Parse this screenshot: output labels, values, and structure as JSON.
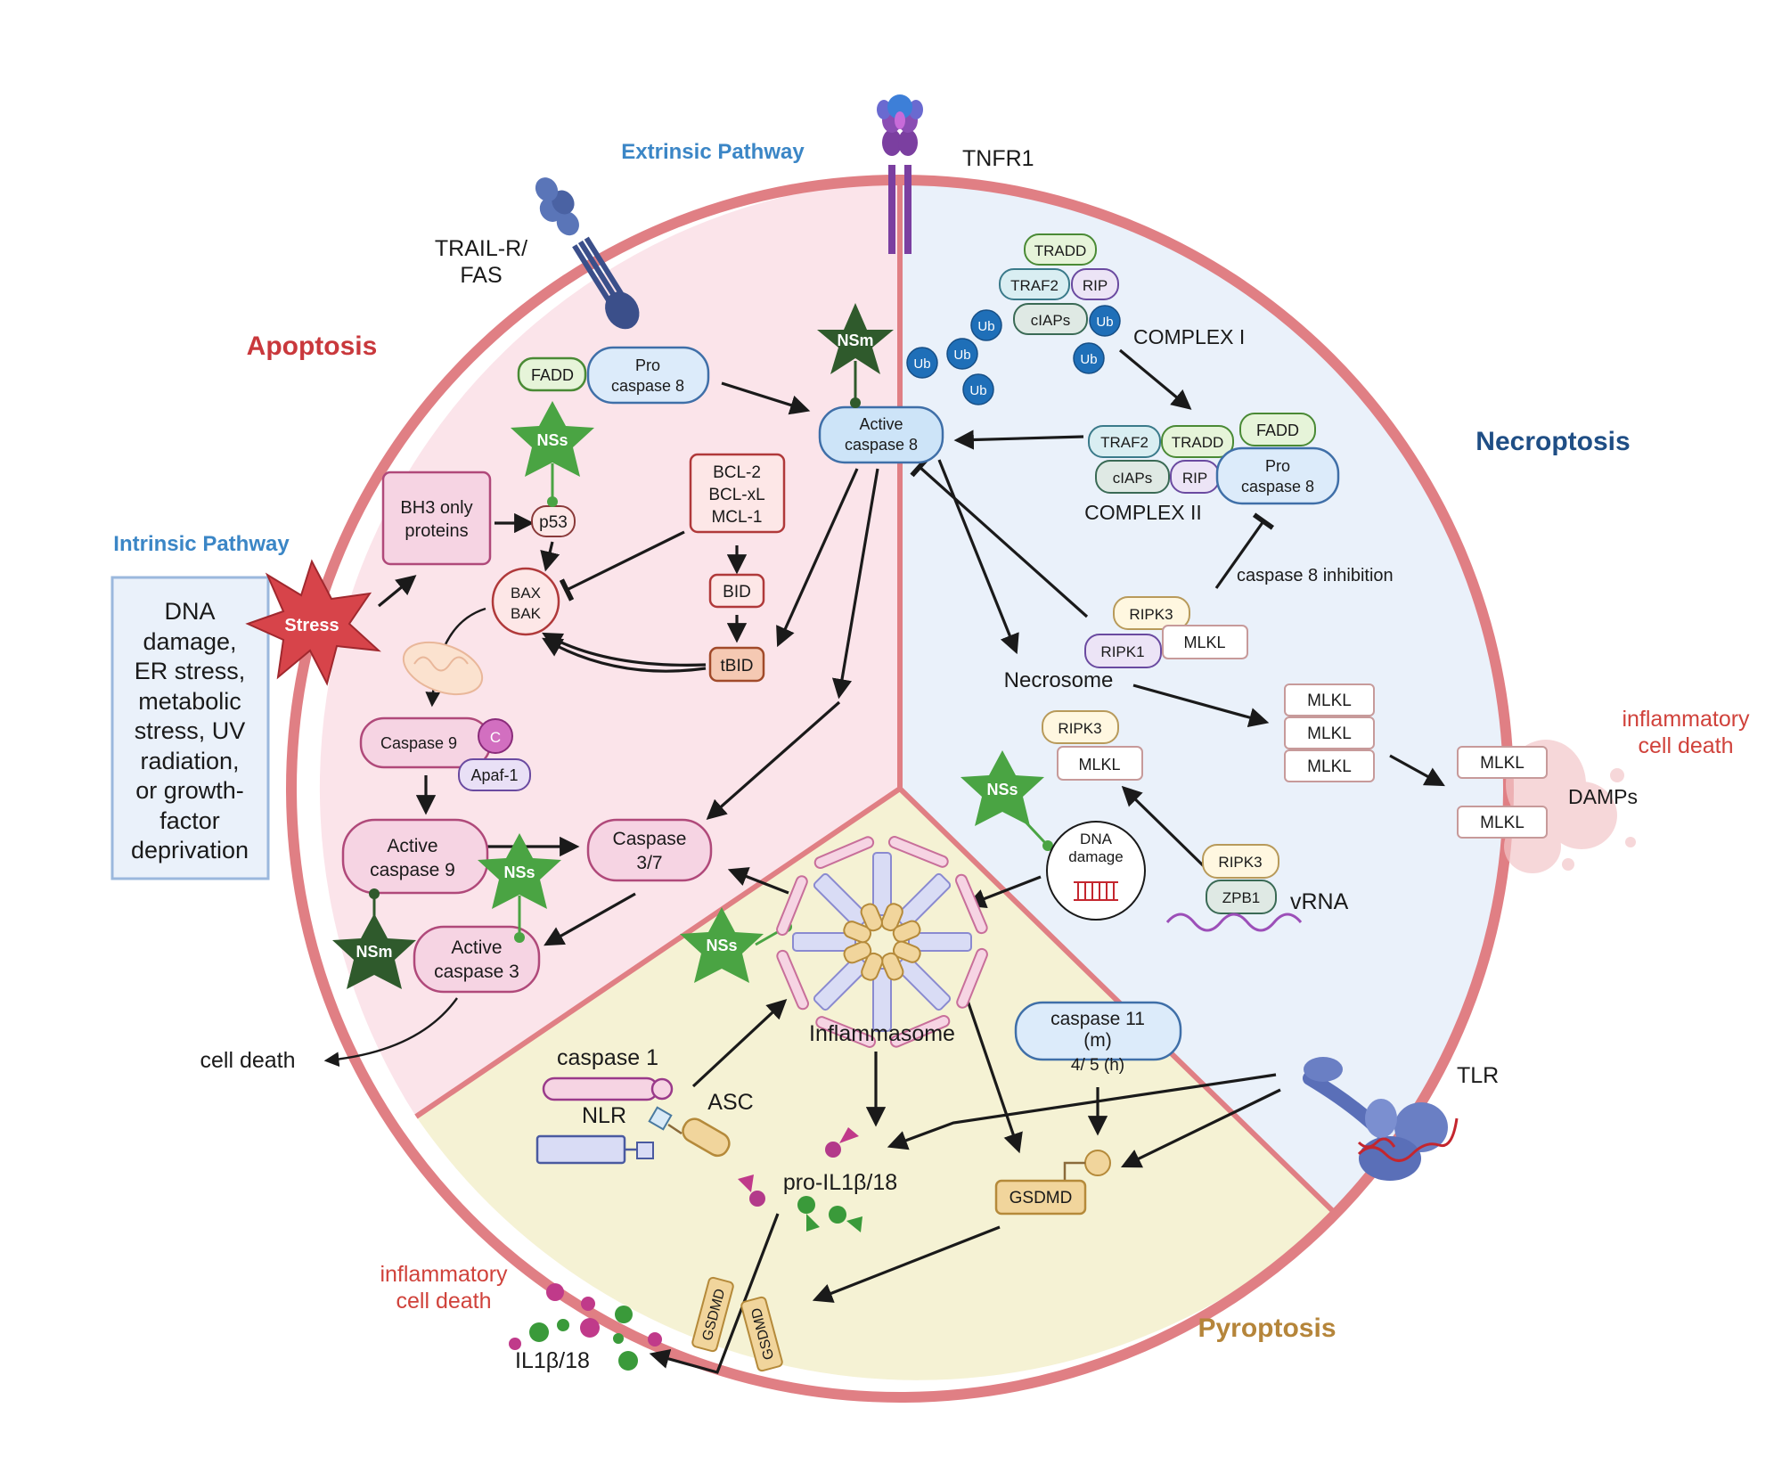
{
  "labels": {
    "apoptosis": "Apoptosis",
    "necroptosis": "Necroptosis",
    "pyroptosis": "Pyroptosis",
    "extrinsic": "Extrinsic Pathway",
    "intrinsic": "Intrinsic Pathway",
    "tnfr1": "TNFR1",
    "trail_line1": "TRAIL-R/",
    "trail_line2": "FAS",
    "tlr": "TLR",
    "complex1": "COMPLEX I",
    "complex2": "COMPLEX II",
    "necrosome": "Necrosome",
    "casp8_inhib": "caspase 8 inhibition",
    "damps": "DAMPs",
    "vrna": "vRNA",
    "inflammasome": "Inflammasome",
    "cell_death": "cell death",
    "inflam_right_1": "inflammatory",
    "inflam_right_2": "cell death",
    "inflam_left_1": "inflammatory",
    "inflam_left_2": "cell death",
    "il1b18": "IL1β/18",
    "pro_il1b18": "pro-IL1β/18",
    "caspase1": "caspase 1",
    "nlr": "NLR",
    "asc": "ASC"
  },
  "intrinsic_box": [
    "DNA",
    "damage,",
    "ER stress,",
    "metabolic",
    "stress, UV",
    "radiation,",
    "or growth-",
    "factor",
    "deprivation"
  ],
  "stars": {
    "stress": "Stress",
    "nsm_top": "NSm",
    "nss_p53": "NSs",
    "nss_dna": "NSs",
    "nss_casp9": "NSs",
    "nsm_casp3": "NSm",
    "nss_inflam": "NSs"
  },
  "nodes": {
    "fadd_left": "FADD",
    "pro_casp8_left_1": "Pro",
    "pro_casp8_left_2": "caspase 8",
    "active_casp8_1": "Active",
    "active_casp8_2": "caspase 8",
    "bh3_1": "BH3 only",
    "bh3_2": "proteins",
    "p53": "p53",
    "bcl2_1": "BCL-2",
    "bcl2_2": "BCL-xL",
    "bcl2_3": "MCL-1",
    "bid": "BID",
    "tbid": "tBID",
    "bax_1": "BAX",
    "bax_2": "BAK",
    "casp9": "Caspase 9",
    "c": "C",
    "apaf1": "Apaf-1",
    "active_casp9_1": "Active",
    "active_casp9_2": "caspase 9",
    "casp37_1": "Caspase",
    "casp37_2": "3/7",
    "active_casp3_1": "Active",
    "active_casp3_2": "caspase 3",
    "tradd_c1": "TRADD",
    "traf2_c1": "TRAF2",
    "rip_c1": "RIP",
    "ciaps_c1": "cIAPs",
    "ub": "Ub",
    "traf2_c2": "TRAF2",
    "tradd_c2": "TRADD",
    "fadd_c2": "FADD",
    "ciaps_c2": "cIAPs",
    "rip_c2": "RIP",
    "pro_casp8_right_1": "Pro",
    "pro_casp8_right_2": "caspase 8",
    "ripk3_n": "RIPK3",
    "ripk1_n": "RIPK1",
    "mlkl_n": "MLKL",
    "mlkl": "MLKL",
    "ripk3_b": "RIPK3",
    "mlkl_b": "MLKL",
    "ripk3_v": "RIPK3",
    "zpb1": "ZPB1",
    "dna_1": "DNA",
    "dna_2": "damage",
    "casp11_1": "caspase 11",
    "casp11_2": "(m)",
    "casp11_3": "4/ 5 (h)",
    "gsdmd": "GSDMD",
    "gsdmd_pore": "GSDMD"
  },
  "colors": {
    "ring": "#e07f84",
    "apoptosis_fill": "#fbe4ea",
    "necroptosis_fill": "#eaf1fa",
    "pyroptosis_fill": "#f5f2d4",
    "apoptosis_title": "#c9383c",
    "necroptosis_title": "#1f4e85",
    "pyroptosis_title": "#b5853a",
    "pathway_blue": "#3b86c6",
    "inflam_red": "#d0423b",
    "star_green": "#4aa443",
    "star_dark": "#2f5a2c",
    "stress_red": "#d7444a"
  }
}
